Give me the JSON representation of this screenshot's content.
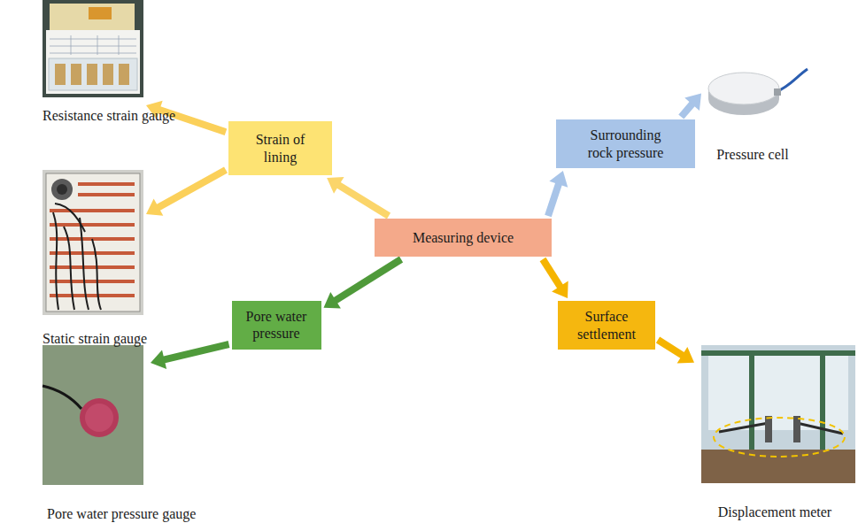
{
  "diagram": {
    "nodes": [
      {
        "text": [
          "Measuring device"
        ]
      },
      {
        "text": [
          "Strain of lining"
        ]
      },
      {
        "text": [
          "Resistance strain gauge"
        ]
      },
      {
        "text": [
          "Static strain gauge"
        ]
      },
      {
        "text": [
          "Surrounding rock pressure"
        ]
      },
      {
        "text": [
          "Pressure cell"
        ]
      },
      {
        "text": [
          "Pore water pressure"
        ]
      },
      {
        "text": [
          "Pore water pressure gauge"
        ]
      },
      {
        "text": [
          "Surface settlement"
        ]
      },
      {
        "text": [
          "Displacement meter"
        ]
      }
    ],
    "edges": [
      {
        "from": 0,
        "to": 1,
        "arrow": "to"
      },
      {
        "from": 1,
        "to": 2,
        "arrow": "to"
      },
      {
        "from": 1,
        "to": 3,
        "arrow": "to"
      },
      {
        "from": 0,
        "to": 4,
        "arrow": "to"
      },
      {
        "from": 4,
        "to": 5,
        "arrow": "to"
      },
      {
        "from": 0,
        "to": 6,
        "arrow": "to"
      },
      {
        "from": 6,
        "to": 7,
        "arrow": "to"
      },
      {
        "from": 0,
        "to": 8,
        "arrow": "to"
      },
      {
        "from": 8,
        "to": 9,
        "arrow": "to"
      }
    ]
  }
}
